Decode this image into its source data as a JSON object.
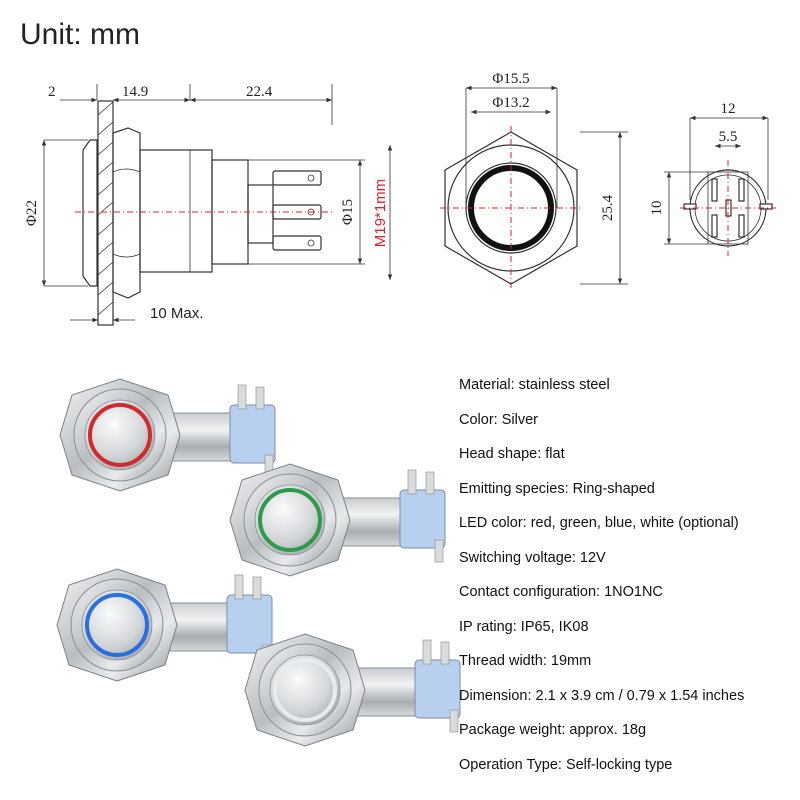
{
  "title": "Unit: mm",
  "side_view": {
    "dim_flange": "2",
    "dim_body": "14.9",
    "dim_terminals": "22.4",
    "dim_head_dia": "Φ22",
    "dim_body_dia": "Φ15",
    "dim_thread": "M19*1mm",
    "dim_panel": "10 Max."
  },
  "front_view": {
    "dim_outer": "Φ15.5",
    "dim_inner": "Φ13.2",
    "dim_height": "25.4"
  },
  "back_view": {
    "dim_width": "12",
    "dim_pin_spacing": "5.5",
    "dim_height": "10"
  },
  "products": [
    {
      "led_color": "red",
      "ring_hex": "#d02a2e"
    },
    {
      "led_color": "green",
      "ring_hex": "#2f9a4a"
    },
    {
      "led_color": "blue",
      "ring_hex": "#2a6fe0"
    },
    {
      "led_color": "white",
      "ring_hex": "#e9ecee"
    }
  ],
  "specs": [
    "Material: stainless steel",
    "Color: Silver",
    "Head shape: flat",
    "Emitting species: Ring-shaped",
    "LED color: red, green, blue, white (optional)",
    "Switching voltage: 12V",
    "Contact configuration: 1NO1NC",
    "IP rating: IP65, IK08",
    "Thread width: 19mm",
    "Dimension: 2.1 x 3.9 cm / 0.79 x 1.54 inches",
    "Package weight: approx. 18g",
    "Operation Type: Self-locking type"
  ]
}
